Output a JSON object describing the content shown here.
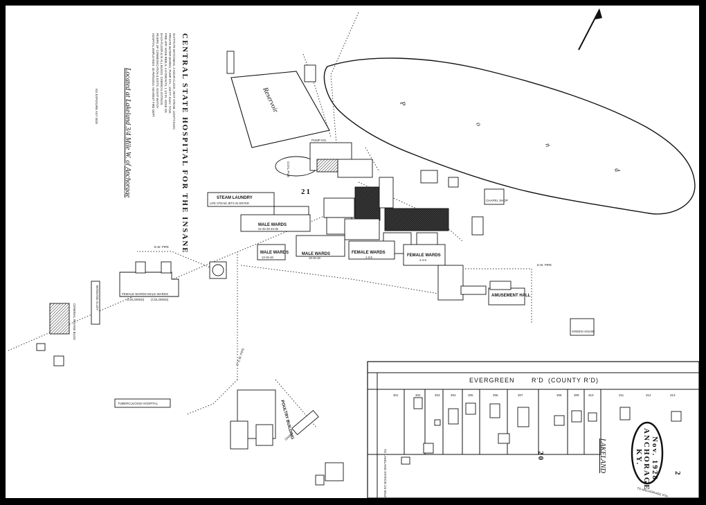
{
  "title": {
    "line1": "CENTRAL STATE HOSPITAL FOR THE INSANE",
    "location": "Located at Lakeland 3/4 Mile W. of Anchorage",
    "exposure": "NO EXPOSURE ANY SIDE",
    "description_lines": [
      "INSTITUTE WATCHMAN, 3 HOUR CLOCK, HEAT STEAM, LIGHTS ELEC.",
      "PRIVATE WATER WORKS, PUMP STA., 150 FT. ELEV. TANK.",
      "FIRE APP. HOSE REELS, 4 HYDRANTS, 1 1/2 IN. HOSE ON",
      "EACH FLOOR & IN ALL BLDGS. CHEMICAL EXTINGS.",
      "RIVERS OF COMMUNICATION & EXITS, NIGHT WATCH",
      "HOSPITAL EMPLOYEES. 25 PERSONS. NEAREST FIRE DEPT."
    ]
  },
  "features": {
    "pond_letters": [
      "P",
      "o",
      "n",
      "d"
    ],
    "reservoir": "Reservoir",
    "coal_pile": "COAL PILE",
    "pump_house": "PUMP HO."
  },
  "buildings": {
    "steam_laundry": "STEAM LAUNDRY",
    "steam_laundry_sub": "LIFE STEAM JETS IN DRYER",
    "male_wards_1": "MALE WARDS",
    "male_wards_1_sub": "31-32-33-34-35",
    "male_wards_2": "MALE WARDS",
    "male_wards_2_sub": "13-15-18",
    "male_wards_3": "MALE WARDS",
    "male_wards_3_sub": "18-15-18",
    "female_wards_1": "FEMALE WARDS",
    "female_wards_1_sub": "1-3-5",
    "female_wards_2": "FEMALE WARDS",
    "female_wards_2_sub": "2-4-6",
    "female_wards_col": "FEMALE WARDS",
    "male_wards_col": "MALE WARDS",
    "colored": "(COLORED)",
    "amusement_hall": "AMUSEMENT HALL",
    "tubercular_hospital": "TUBERCULOSIS HOSPITAL",
    "poultry_building": "POULTRY BUILDING",
    "criminal_insane": "CRIMINAL INSANE BLDG",
    "chapel": "CHAPEL SHOP",
    "green_house": "GREEN HOUSE",
    "bowling": "BOWLING ALLEY",
    "dairy": "DAIRY"
  },
  "pipes": {
    "ew_pipe": "E.W. PIPE",
    "six_ew": "6\" E.W. PIPE"
  },
  "road": {
    "name": "EVERGREEN",
    "rd": "R'D",
    "county": "(COUNTY R'D)",
    "lakeland": "LAKELAND",
    "to_lakeland": "TO LAKELAND STATION 1/4 MILE",
    "to_anchorage": "TO ANCHORAGE STA."
  },
  "lots": [
    "301",
    "302",
    "303",
    "304",
    "305",
    "306",
    "307",
    "308",
    "309",
    "310",
    "311",
    "312",
    "313"
  ],
  "sheet": {
    "block_21": "21",
    "block_20": "20",
    "page_number": "2",
    "stamp_date": "Nov. 1928",
    "stamp_town": "ANCHORAGE",
    "stamp_state": "KY."
  }
}
